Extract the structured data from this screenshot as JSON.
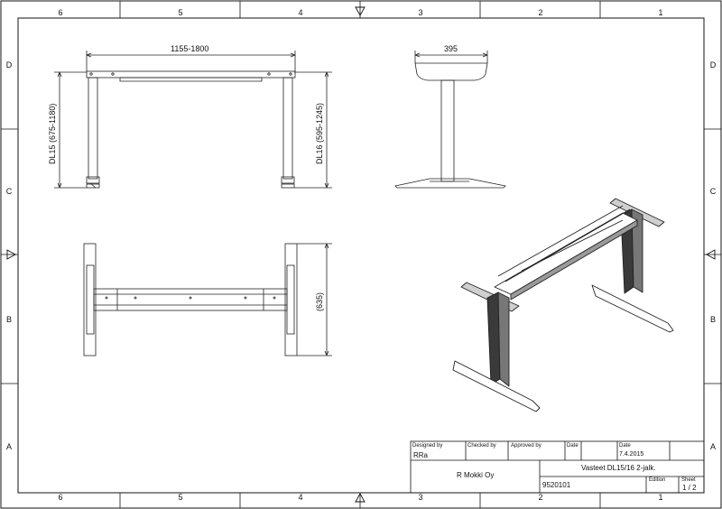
{
  "border": {
    "columns_top": [
      "6",
      "5",
      "4",
      "3",
      "2",
      "1"
    ],
    "columns_bottom": [
      "6",
      "5",
      "4",
      "3",
      "2",
      "1"
    ],
    "rows_left": [
      "D",
      "C",
      "B",
      "A"
    ],
    "rows_right": [
      "D",
      "C",
      "B",
      "A"
    ]
  },
  "dimensions": {
    "width_range": "1155-1800",
    "depth": "395",
    "dl15_height": "DL15 (675-1180)",
    "dl16_height": "DL16 (595-1245)",
    "frame_depth": "(635)"
  },
  "title_block": {
    "designed_by_label": "Designed by",
    "designed_by_value": "RRa",
    "checked_by_label": "Checked by",
    "approved_by_label": "Approved by",
    "date_label_1": "Date",
    "date_label_2": "Date",
    "date_value": "7.4.2015",
    "company": "R Mokki Oy",
    "title": "Vasteet DL15/16 2-jalk.",
    "drawing_number": "9520101",
    "edition_label": "Edition",
    "sheet_label": "Sheet",
    "sheet_value": "1 / 2"
  }
}
